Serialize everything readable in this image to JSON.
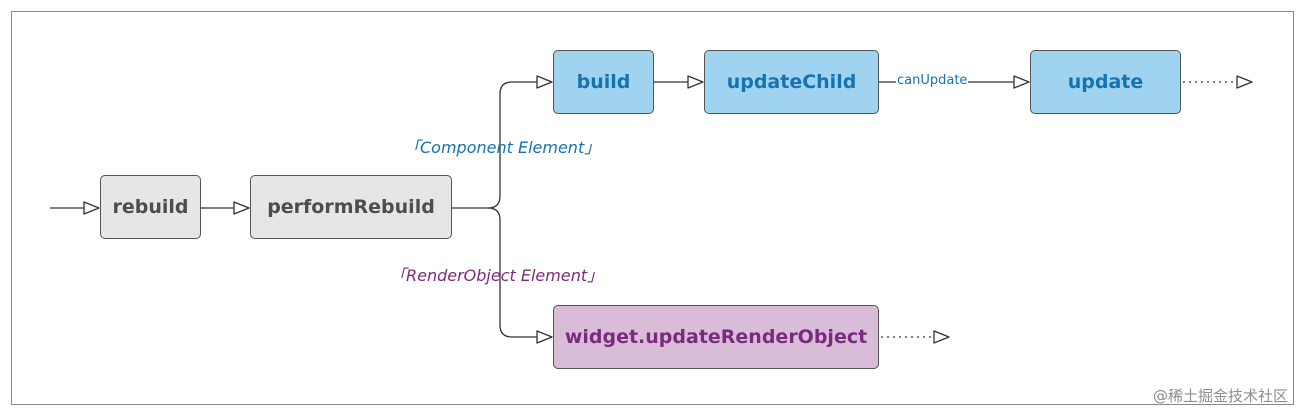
{
  "nodes": {
    "rebuild": "rebuild",
    "perform_rebuild": "performRebuild",
    "build": "build",
    "update_child": "updateChild",
    "update": "update",
    "widget_update_render_object": "widget.updateRenderObject"
  },
  "edge_labels": {
    "can_update": "canUpdate",
    "component_element": "「Component Element」",
    "render_object_element": "「RenderObject Element」"
  },
  "watermark": "@稀土掘金技术社区",
  "colors": {
    "gray_fill": "#e6e6e6",
    "gray_text": "#4d4d4d",
    "blue_fill": "#9fd3f0",
    "blue_text": "#1673b0",
    "purple_fill": "#d8bcd8",
    "purple_text": "#7a2b7e",
    "edge": "#333333"
  }
}
